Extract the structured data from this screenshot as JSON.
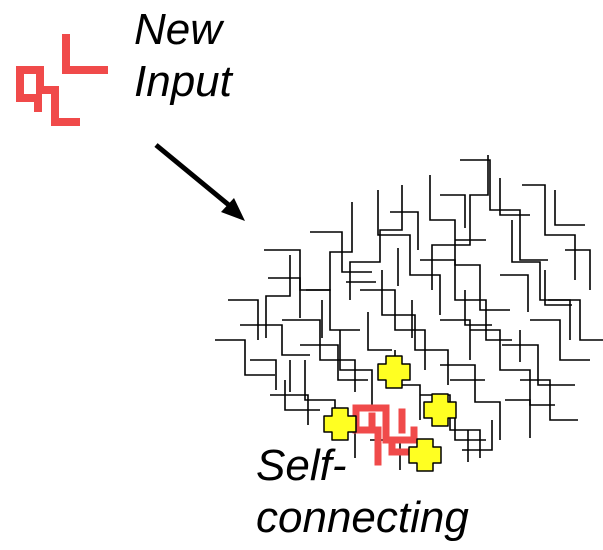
{
  "labels": {
    "new_input_line1": "New",
    "new_input_line2": "Input",
    "self_connecting_line1": "Self-",
    "self_connecting_line2": "connecting"
  },
  "colors": {
    "background": "#ffffff",
    "wires": "#000000",
    "input_pattern": "#f04a4a",
    "connection_marker_fill": "#ffff22",
    "connection_marker_stroke": "#000000",
    "arrow": "#000000"
  },
  "icons": {
    "input_pattern": "branching-wire-glyph",
    "connection_marker": "plus-marker"
  }
}
